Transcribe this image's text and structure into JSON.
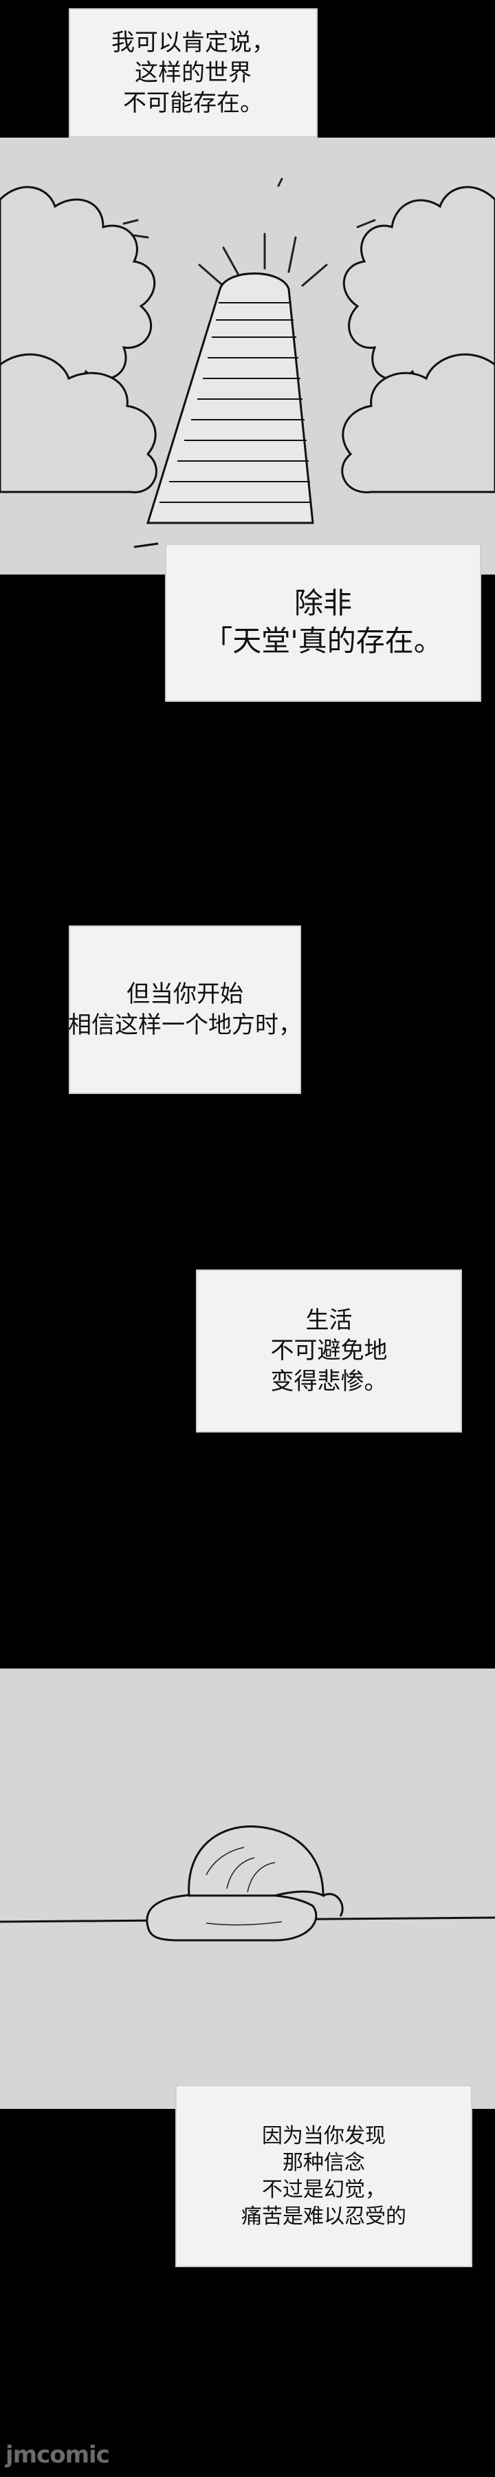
{
  "captions": {
    "c1": [
      "我可以肯定说，",
      "这样的世界",
      "不可能存在。"
    ],
    "c2": [
      "除非",
      "「天堂'真的存在。"
    ],
    "c3": [
      "但当你开始",
      "相信这样一个地方时，"
    ],
    "c4": [
      "生活",
      "不可避免地",
      "变得悲惨。"
    ],
    "c5": [
      "因为当你发现",
      "那种信念",
      "不过是幻觉，",
      "痛苦是难以忍受的"
    ]
  },
  "watermark": "jmcomic",
  "colors": {
    "background": "#000000",
    "panel": "#d8d8d8",
    "caption": "#f2f2f2",
    "ink": "#111111"
  },
  "illustrations": {
    "panel1": "stairway-to-heaven-clouds",
    "panel2": "girl-lying-on-ground"
  }
}
